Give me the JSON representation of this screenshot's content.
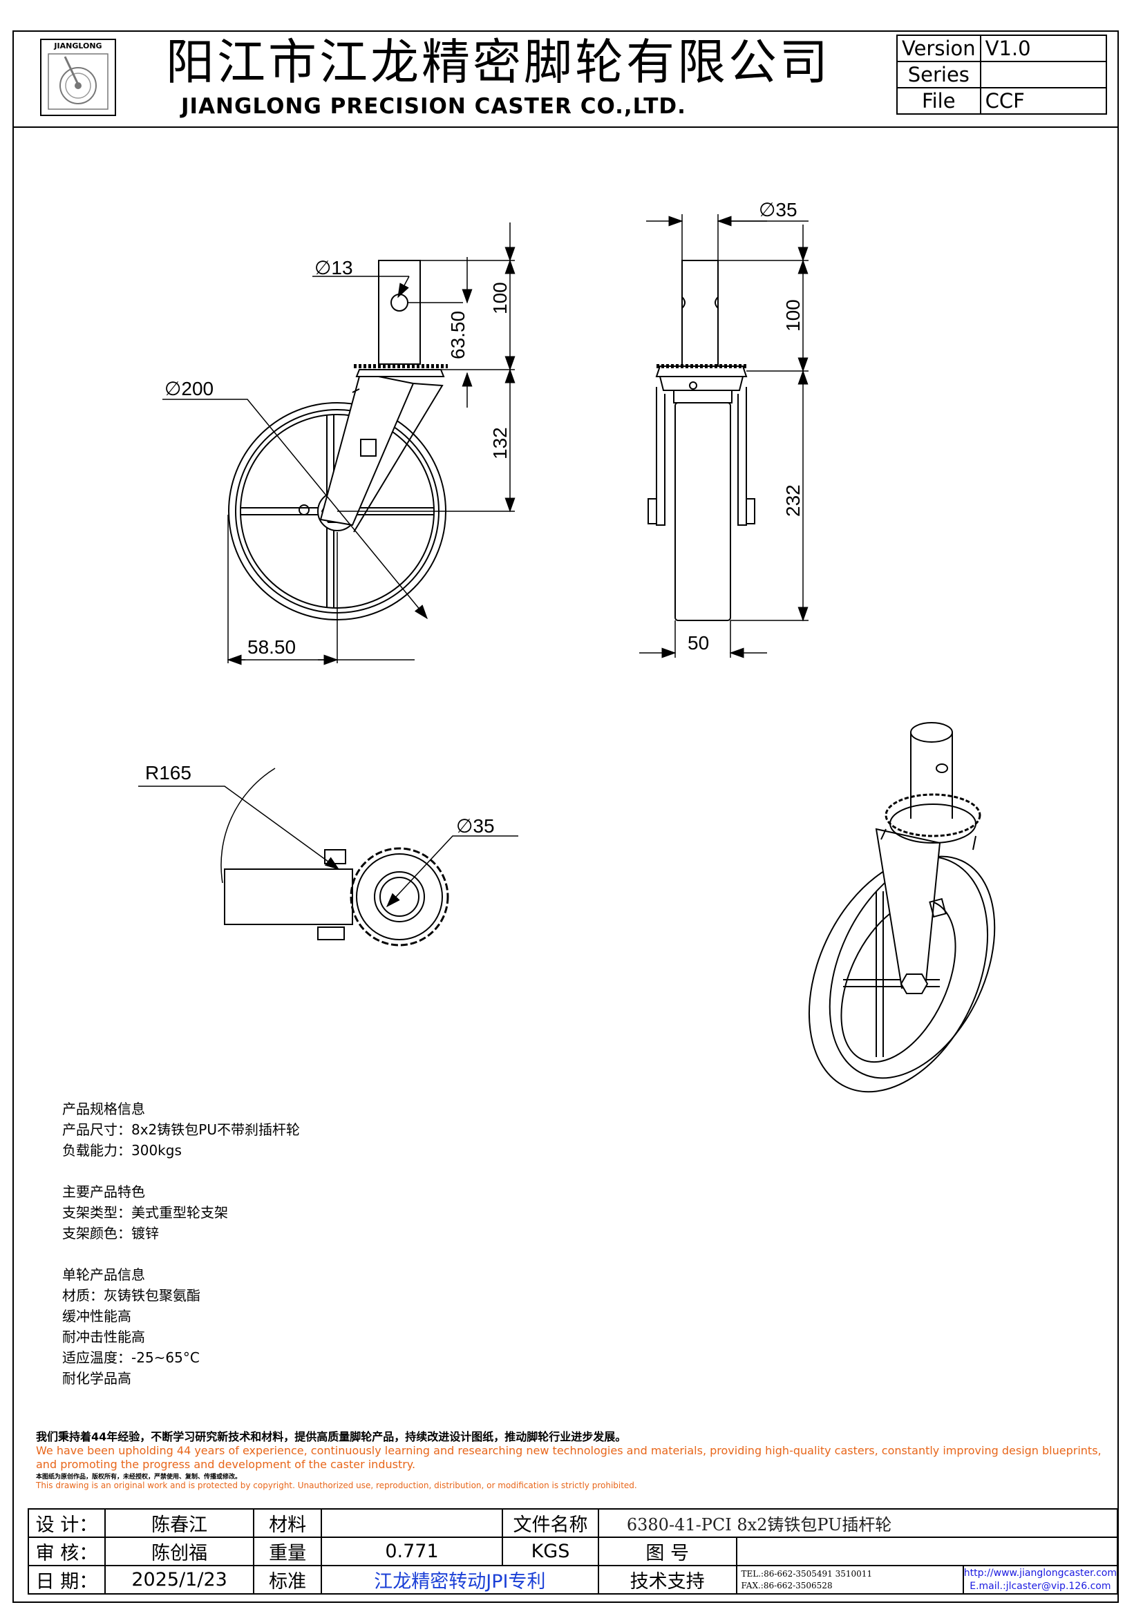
{
  "header": {
    "logo_text": "JIANGLONG",
    "title_cn": "阳江市江龙精密脚轮有限公司",
    "title_en": "JIANGLONG PRECISION CASTER CO.,LTD."
  },
  "version_block": [
    {
      "label": "Version",
      "value": "V1.0"
    },
    {
      "label": "Series",
      "value": ""
    },
    {
      "label": "File",
      "value": "CCF"
    }
  ],
  "dimensions": {
    "side_view": {
      "stem_dia": "∅13",
      "stem_height": "100",
      "hole_pos": "63.50",
      "wheel_dia": "∅200",
      "axle_height": "132",
      "offset": "58.50"
    },
    "front_view": {
      "stem_dia": "∅35",
      "stem_height": "100",
      "total_height": "232",
      "wheel_width": "50"
    },
    "top_view": {
      "swivel_radius": "R165",
      "stem_dia": "∅35"
    }
  },
  "spec": {
    "title_product": "产品规格信息",
    "size": "产品尺寸：8x2铸铁包PU不带刹插杆轮",
    "load": "负载能力：300kgs",
    "title_bracket": "主要产品特色",
    "bracket_type": "支架类型：美式重型轮支架",
    "bracket_color": "支架颜色：镀锌",
    "title_wheel": "单轮产品信息",
    "material": "材质：灰铸铁包聚氨酯",
    "cushion": "缓冲性能高",
    "impact": "耐冲击性能高",
    "temp": "适应温度：-25~65°C",
    "chemical": "耐化学品高"
  },
  "notes": {
    "cn": "我们秉持着44年经验，不断学习研究新技术和材料，提供高质量脚轮产品，持续改进设计图纸，推动脚轮行业进步发展。",
    "en": "We have been upholding 44 years of experience, continuously learning and researching new technologies and materials, providing high-quality casters, constantly improving design blueprints, and promoting the progress and development of the caster industry.",
    "cn_copyright": "本图纸为原创作品，版权所有，未经授权，严禁使用、复制、传播或修改。",
    "en_copyright": "This drawing is an original work and is protected by copyright. Unauthorized use, reproduction, distribution, or modification is strictly prohibited."
  },
  "footer": {
    "design_label": "设 计：",
    "designer": "陈春江",
    "material_label": "材料",
    "material_value": "",
    "filename_label": "文件名称",
    "filename": "6380-41-PCI 8x2铸铁包PU插杆轮",
    "review_label": "审 核：",
    "reviewer": "陈创福",
    "weight_label": "重量",
    "weight": "0.771",
    "unit": "KGS",
    "drawing_no_label": "图 号",
    "drawing_no": "",
    "date_label": "日 期：",
    "date": "2025/1/23",
    "standard_label": "标准",
    "standard": "江龙精密转动JPI专利",
    "support_label": "技术支持",
    "tel": "TEL.:86-662-3505491 3510011",
    "fax": "FAX.:86-662-3506528",
    "web": "http://www.jianglongcaster.com",
    "email": "E.mail.:jlcaster@vip.126.com"
  },
  "colors": {
    "accent_orange": "#e8661a",
    "link_blue": "#1a1ae0"
  }
}
